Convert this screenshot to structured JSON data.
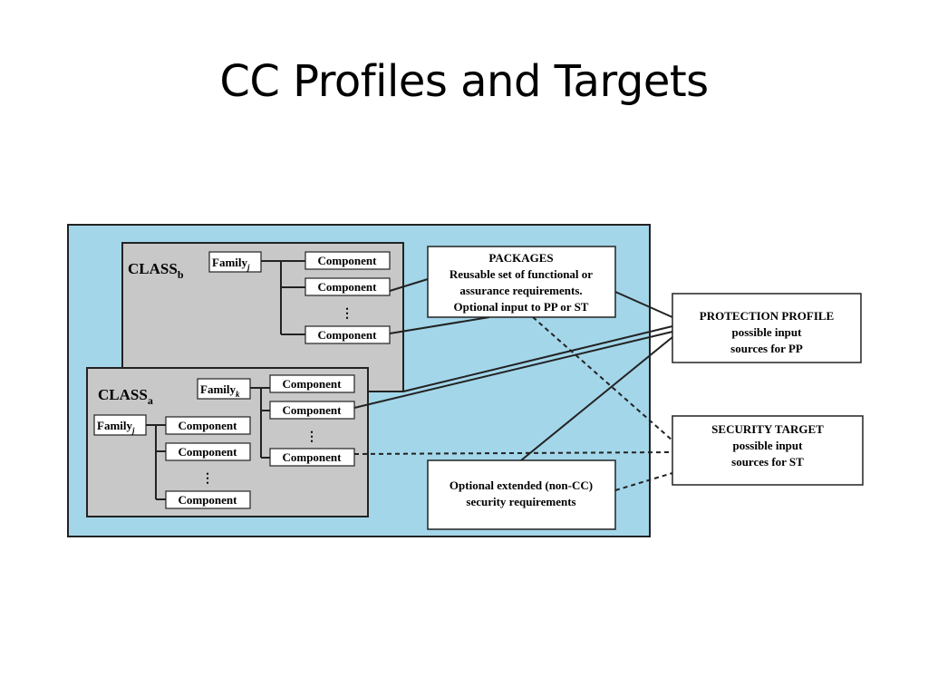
{
  "slide": {
    "title": "CC Profiles and Targets"
  },
  "diagram": {
    "colors": {
      "background": "#a3d6e9",
      "class_box": "#c8c8c8",
      "stroke": "#222222",
      "box": "#ffffff"
    },
    "class_b": {
      "label": "CLASS",
      "subscript": "b",
      "family": {
        "label": "Family",
        "subscript": "j"
      },
      "components": [
        "Component",
        "Component",
        "Component"
      ]
    },
    "class_a": {
      "label": "CLASS",
      "subscript": "a",
      "family_k": {
        "label": "Family",
        "subscript": "k"
      },
      "components_k": [
        "Component",
        "Component",
        "Component"
      ],
      "family_j": {
        "label": "Family",
        "subscript": "j"
      },
      "components_j": [
        "Component",
        "Component",
        "Component"
      ]
    },
    "packages": {
      "title": "PACKAGES",
      "lines": [
        "Reusable set of functional or",
        "assurance requirements.",
        "Optional input to PP or ST"
      ]
    },
    "extended": {
      "lines": [
        "Optional extended (non-CC)",
        "security requirements"
      ]
    },
    "protection_profile": {
      "title": "PROTECTION PROFILE",
      "lines": [
        "possible input",
        "sources for PP"
      ]
    },
    "security_target": {
      "title": "SECURITY TARGET",
      "lines": [
        "possible input",
        "sources for ST"
      ]
    }
  }
}
